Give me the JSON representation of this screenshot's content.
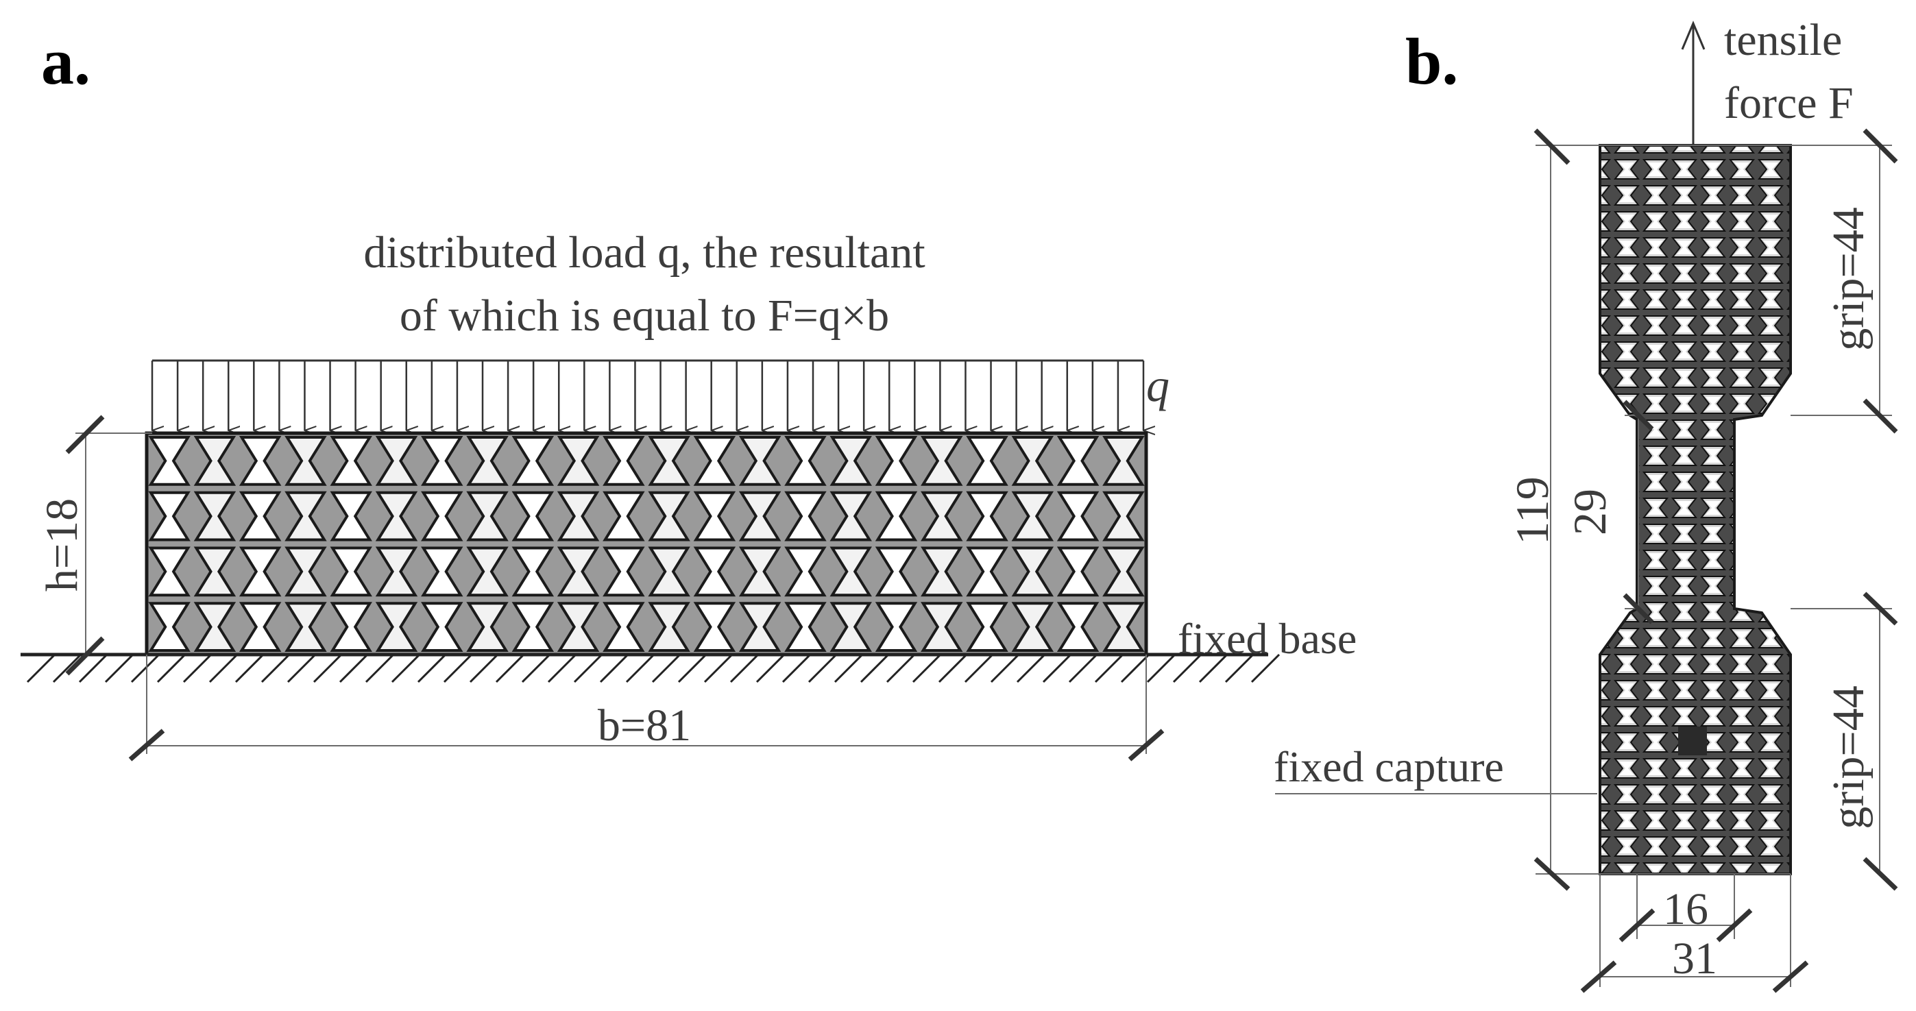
{
  "panel_a": {
    "label": "a.",
    "load_caption_line1": "distributed load q, the resultant",
    "load_caption_line2": "of which is equal to F=q×b",
    "load_symbol": "q",
    "height_dim": "h=18",
    "width_dim": "b=81",
    "base_label": "fixed base"
  },
  "panel_b": {
    "label": "b.",
    "force_line1": "tensile",
    "force_line2": "force F",
    "total_length": "119",
    "gauge_length": "29",
    "grip_top": "grip=44",
    "grip_bottom": "grip=44",
    "gauge_width": "16",
    "grip_width": "31",
    "capture_label": "fixed capture"
  },
  "colors": {
    "text": "#3c3c3c",
    "cell_fill": "#9a9a9a",
    "cell_outline": "#1a1a1a",
    "specimen_fill": "#555555"
  }
}
